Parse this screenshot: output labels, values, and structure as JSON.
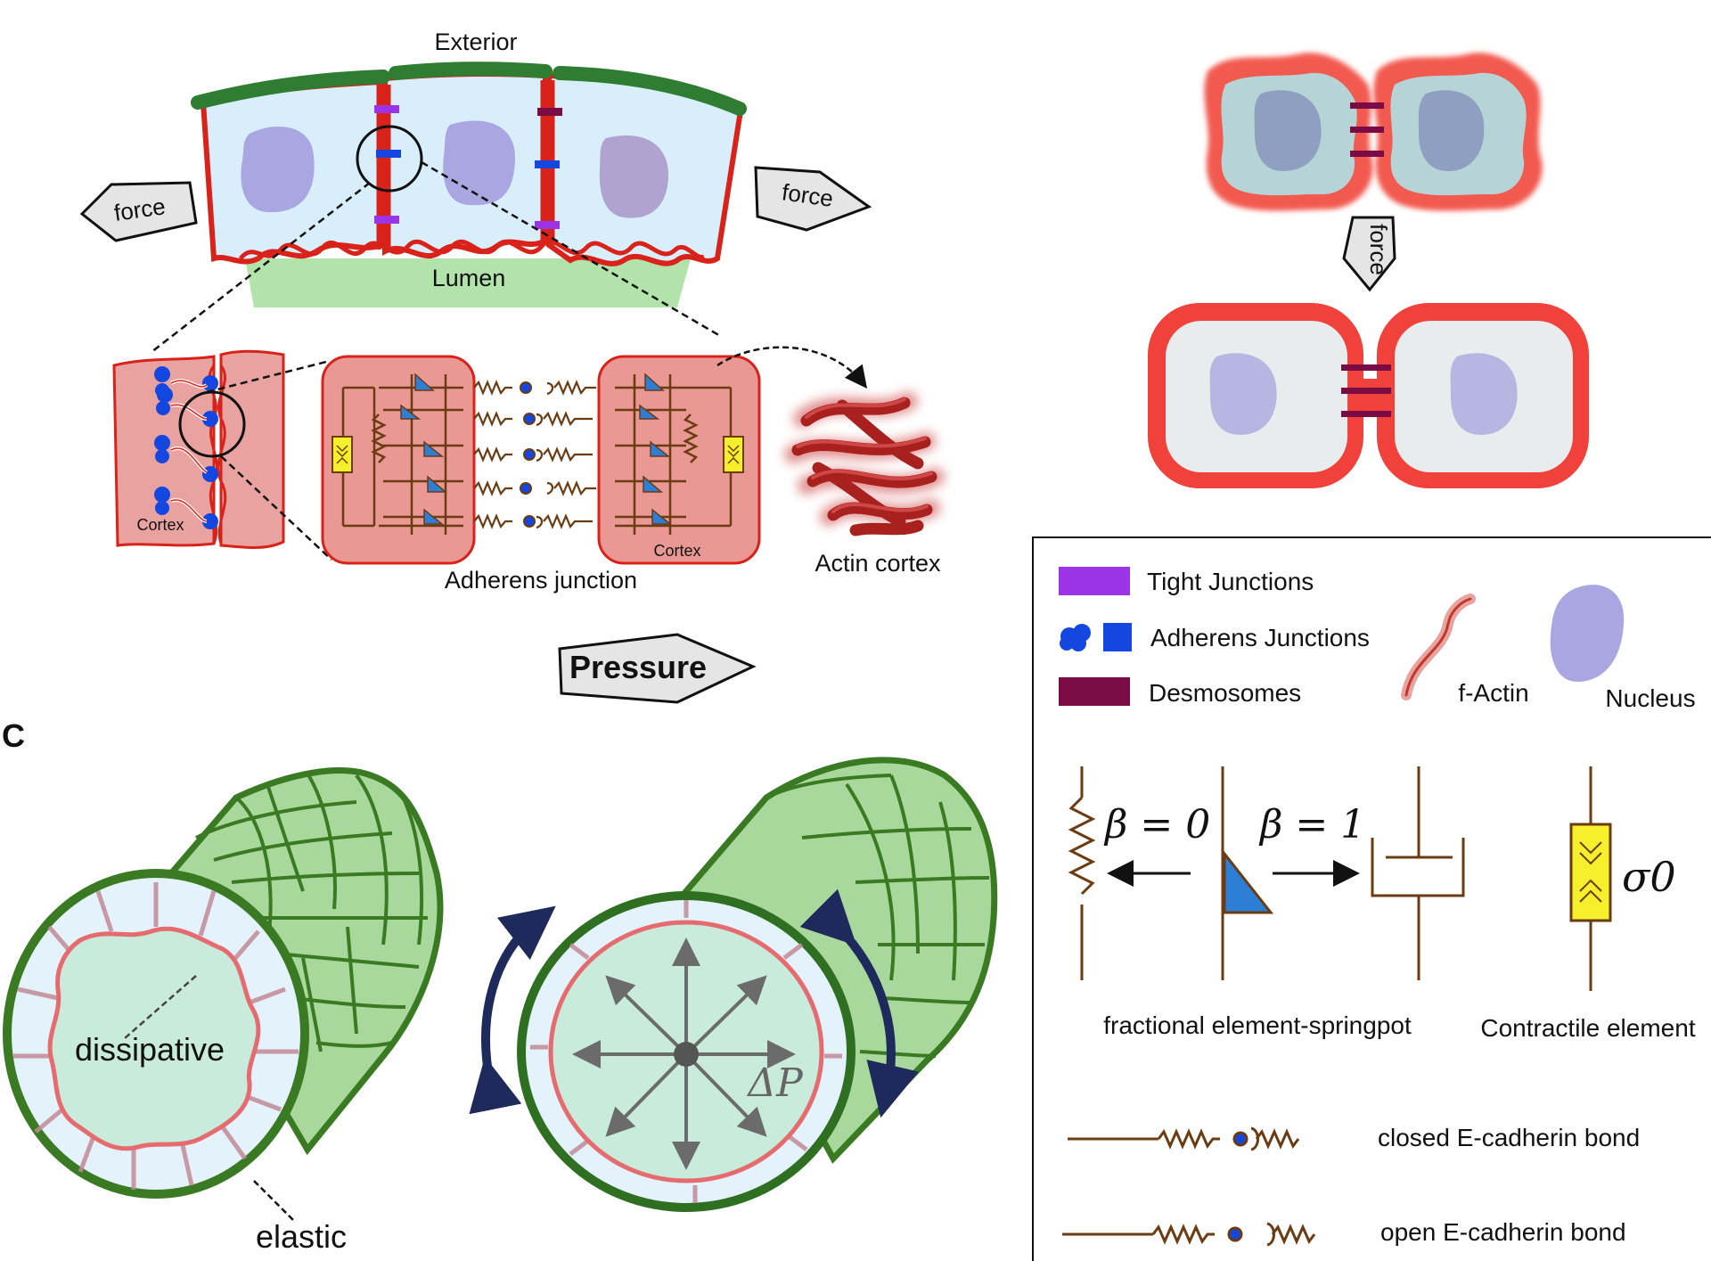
{
  "panel_top": {
    "exterior": "Exterior",
    "lumen": "Lumen",
    "force_left": "force",
    "force_right": "force",
    "cortex_small": "Cortex",
    "cortex_large": "Cortex",
    "adherens_junction": "Adherens junction",
    "actin_cortex": "Actin cortex",
    "pressure": "Pressure"
  },
  "panel_right": {
    "force_vertical": "force"
  },
  "panel_c": {
    "letter": "C",
    "dissipative": "dissipative",
    "elastic": "elastic",
    "delta_p": "ΔP"
  },
  "legend": {
    "tight_junctions": "Tight Junctions",
    "adherens_junctions": "Adherens Junctions",
    "desmosomes": "Desmosomes",
    "f_actin": "f-Actin",
    "nucleus": "Nucleus",
    "beta0": "β = 0",
    "beta1": "β = 1",
    "sigma0": "σ0",
    "springpot": "fractional element-springpot",
    "contractile": "Contractile element",
    "closed_bond": "closed E-cadherin bond",
    "open_bond": "open E-cadherin bond"
  },
  "colors": {
    "cell_fill": "#d9eefb",
    "cortex_red": "#d8221a",
    "apical_green": "#2e7d32",
    "lumen_green": "#b2e3aa",
    "nucleus": "#a9a6e2",
    "tight": "#9c33e6",
    "adherens": "#1446e0",
    "desmosome": "#7a0b45",
    "tissue_green": "#a9d89d",
    "tissue_dark": "#3a7a23",
    "arrow_navy": "#1f2a5c"
  }
}
